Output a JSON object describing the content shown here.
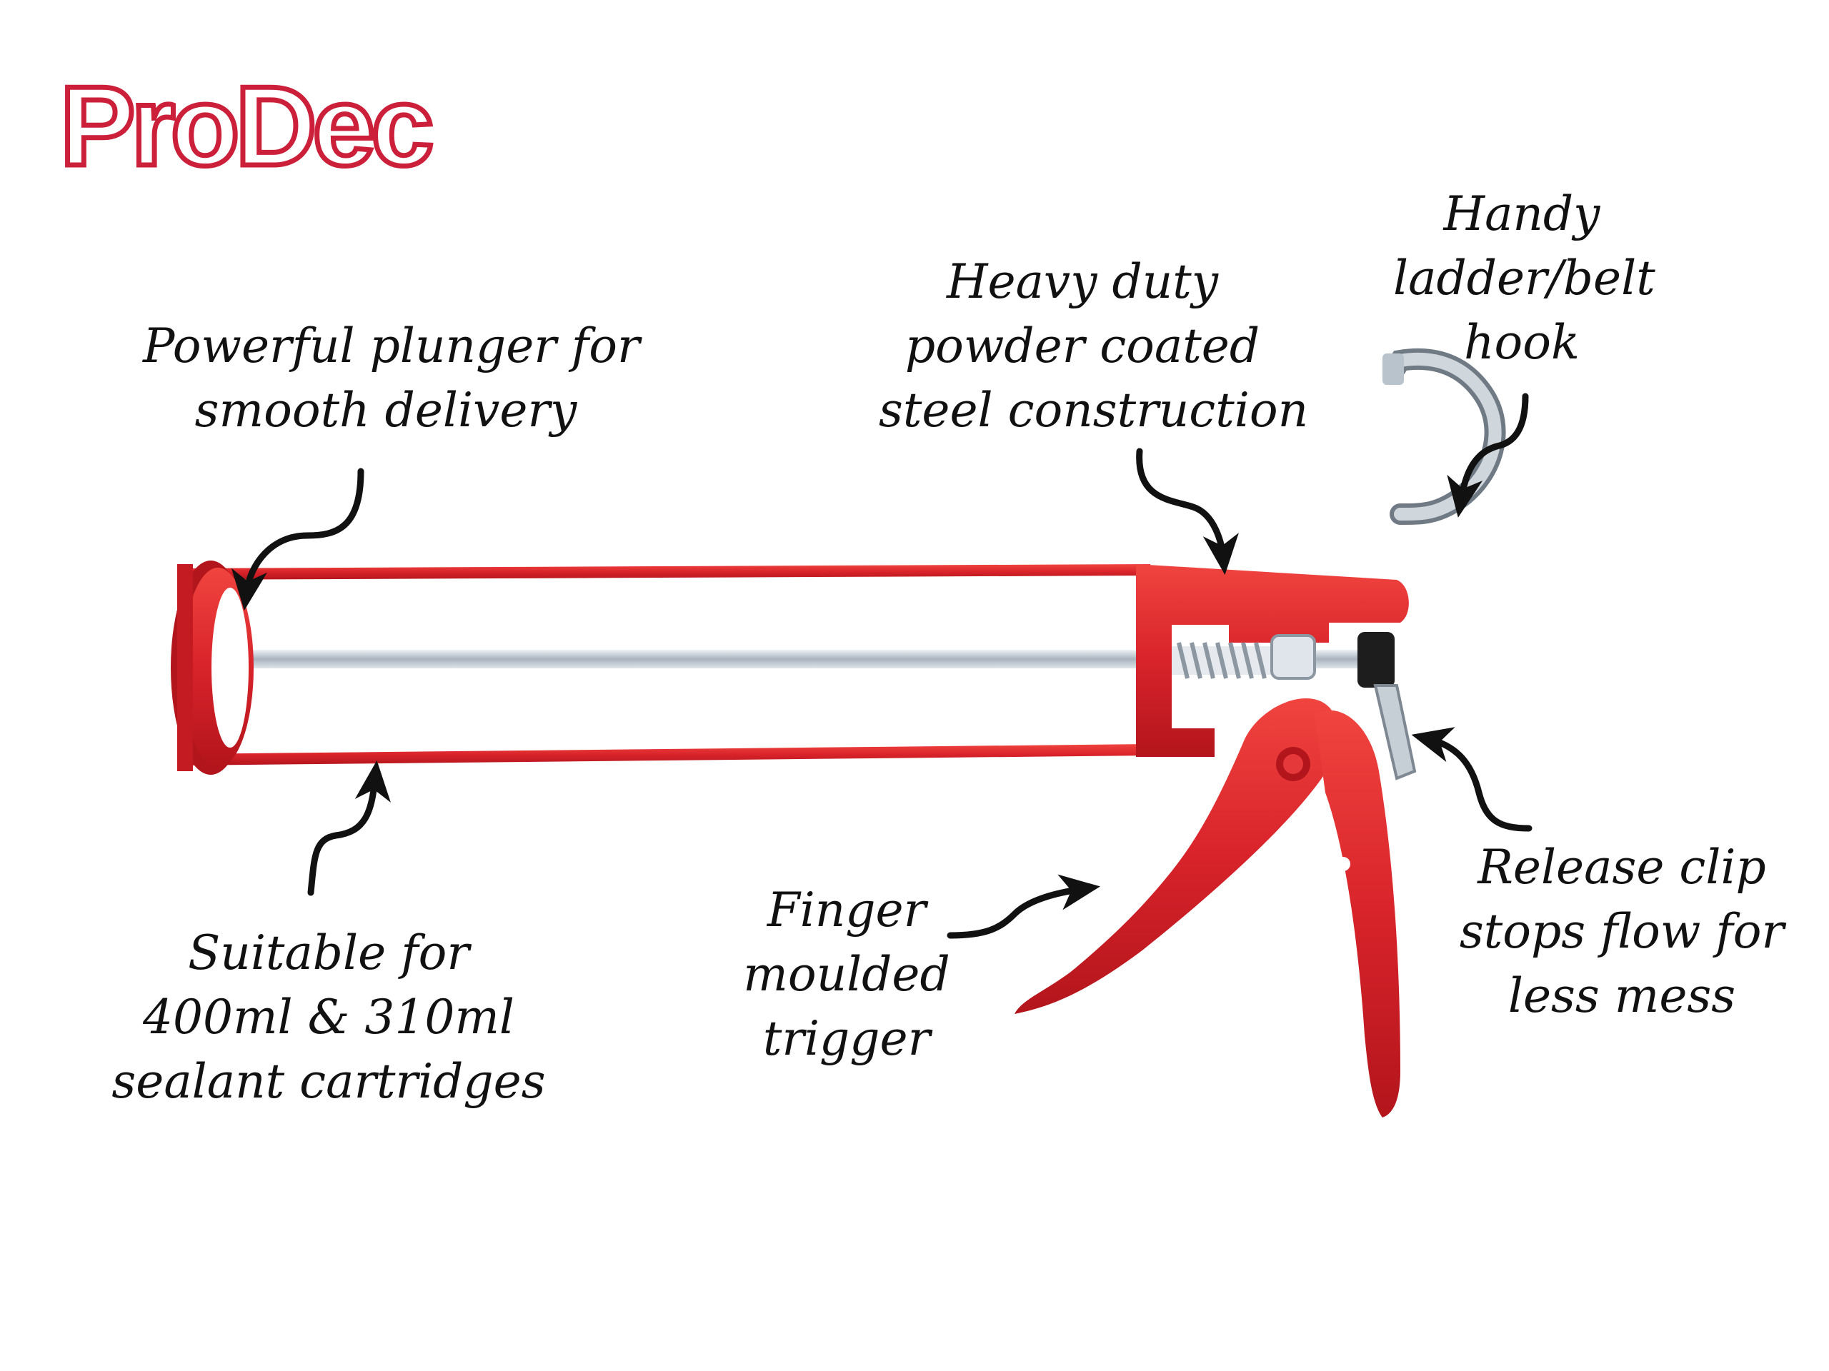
{
  "brand": {
    "logo_text": "ProDec",
    "color": "#cc1f3a"
  },
  "product": {
    "body_color": "#d8232a",
    "rod_color": "#b8c2cc"
  },
  "callouts": {
    "plunger": [
      "Powerful plunger for",
      "smooth delivery"
    ],
    "construction": [
      "Heavy duty",
      "powder coated",
      "steel construction"
    ],
    "hook": [
      "Handy",
      "ladder/belt",
      "hook"
    ],
    "cartridges": [
      "Suitable for",
      "400ml & 310ml",
      "sealant cartridges"
    ],
    "trigger": [
      "Finger",
      "moulded",
      "trigger"
    ],
    "release_clip": [
      "Release clip",
      "stops flow for",
      "less mess"
    ]
  }
}
